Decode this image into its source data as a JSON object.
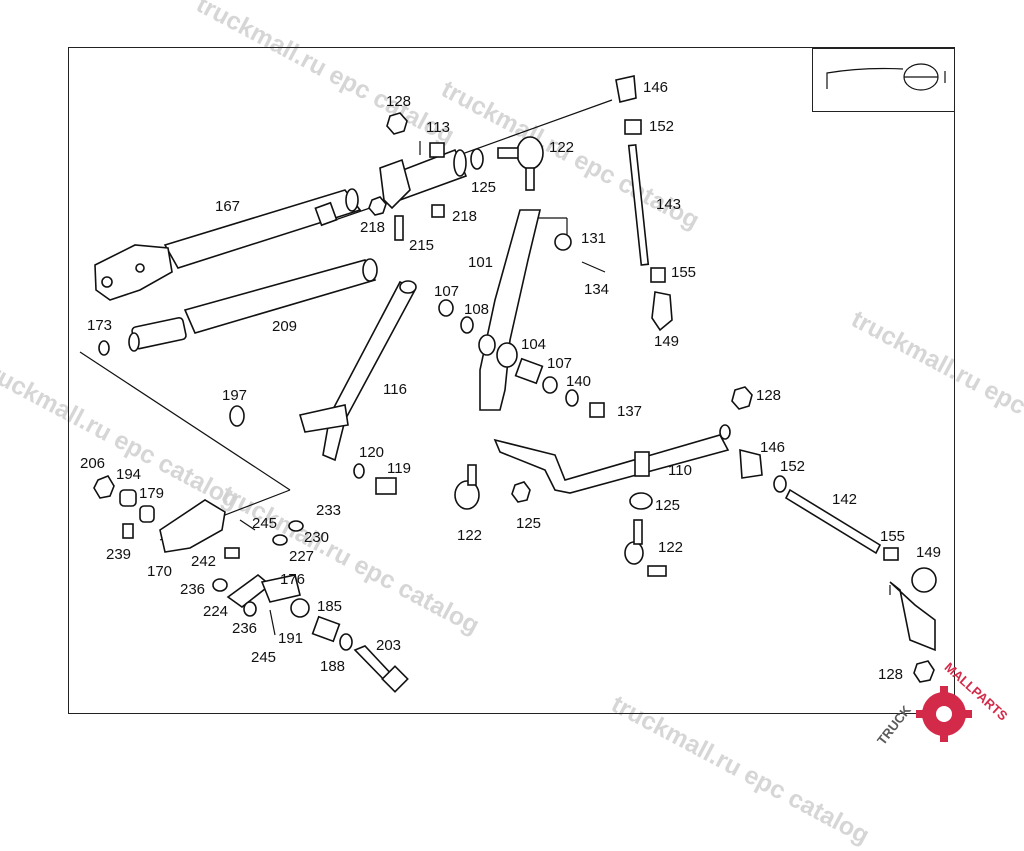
{
  "watermark": "truckmall.ru epc catalog",
  "brand": {
    "left": "TRUCK",
    "right": "MALLPARTS"
  },
  "labels": [
    {
      "id": "146a",
      "text": "146"
    },
    {
      "id": "128a",
      "text": "128"
    },
    {
      "id": "113",
      "text": "113"
    },
    {
      "id": "122a",
      "text": "122"
    },
    {
      "id": "152a",
      "text": "152"
    },
    {
      "id": "125a",
      "text": "125"
    },
    {
      "id": "167",
      "text": "167"
    },
    {
      "id": "218a",
      "text": "218"
    },
    {
      "id": "218b",
      "text": "218"
    },
    {
      "id": "215",
      "text": "215"
    },
    {
      "id": "143",
      "text": "143"
    },
    {
      "id": "131",
      "text": "131"
    },
    {
      "id": "101",
      "text": "101"
    },
    {
      "id": "134",
      "text": "134"
    },
    {
      "id": "155a",
      "text": "155"
    },
    {
      "id": "107a",
      "text": "107"
    },
    {
      "id": "108",
      "text": "108"
    },
    {
      "id": "173",
      "text": "173"
    },
    {
      "id": "209",
      "text": "209"
    },
    {
      "id": "149a",
      "text": "149"
    },
    {
      "id": "104",
      "text": "104"
    },
    {
      "id": "107b",
      "text": "107"
    },
    {
      "id": "140",
      "text": "140"
    },
    {
      "id": "116",
      "text": "116"
    },
    {
      "id": "197",
      "text": "197"
    },
    {
      "id": "128b",
      "text": "128"
    },
    {
      "id": "137",
      "text": "137"
    },
    {
      "id": "146b",
      "text": "146"
    },
    {
      "id": "120",
      "text": "120"
    },
    {
      "id": "206",
      "text": "206"
    },
    {
      "id": "194",
      "text": "194"
    },
    {
      "id": "119",
      "text": "119"
    },
    {
      "id": "110",
      "text": "110"
    },
    {
      "id": "152b",
      "text": "152"
    },
    {
      "id": "179",
      "text": "179"
    },
    {
      "id": "142",
      "text": "142"
    },
    {
      "id": "125b",
      "text": "125"
    },
    {
      "id": "233",
      "text": "233"
    },
    {
      "id": "245a",
      "text": "245"
    },
    {
      "id": "230",
      "text": "230"
    },
    {
      "id": "125c",
      "text": "125"
    },
    {
      "id": "122b",
      "text": "122"
    },
    {
      "id": "155b",
      "text": "155"
    },
    {
      "id": "239",
      "text": "239"
    },
    {
      "id": "242",
      "text": "242"
    },
    {
      "id": "227",
      "text": "227"
    },
    {
      "id": "122c",
      "text": "122"
    },
    {
      "id": "149b",
      "text": "149"
    },
    {
      "id": "170",
      "text": "170"
    },
    {
      "id": "236a",
      "text": "236"
    },
    {
      "id": "176",
      "text": "176"
    },
    {
      "id": "224",
      "text": "224"
    },
    {
      "id": "185",
      "text": "185"
    },
    {
      "id": "236b",
      "text": "236"
    },
    {
      "id": "191",
      "text": "191"
    },
    {
      "id": "203",
      "text": "203"
    },
    {
      "id": "245b",
      "text": "245"
    },
    {
      "id": "188",
      "text": "188"
    },
    {
      "id": "128c",
      "text": "128"
    }
  ]
}
